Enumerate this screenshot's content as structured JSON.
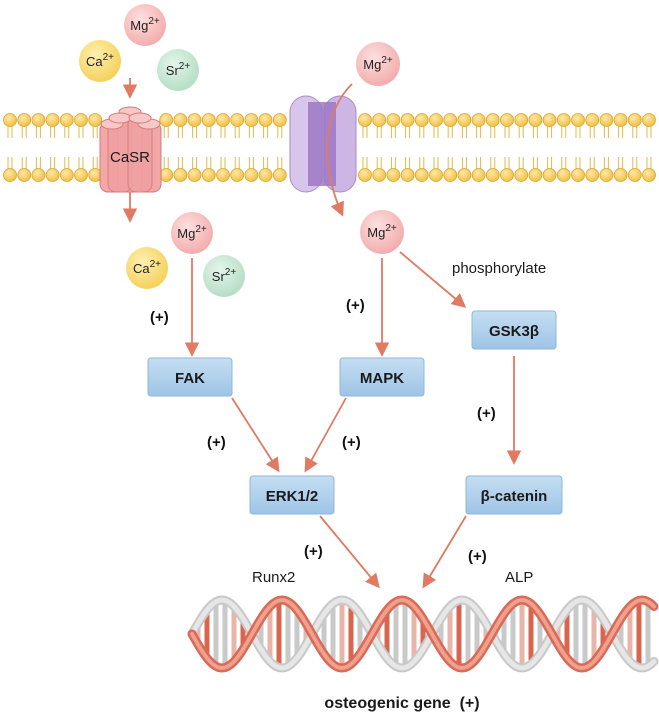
{
  "ions": {
    "mg": "Mg",
    "ca": "Ca",
    "sr": "Sr",
    "charge": "2+"
  },
  "receptor": {
    "label": "CaSR"
  },
  "labels": {
    "phosphorylate": "phosphorylate",
    "runx2": "Runx2",
    "alp": "ALP",
    "footer": "osteogenic gene  (+)",
    "plus": "(+)"
  },
  "boxes": {
    "fak": "FAK",
    "mapk": "MAPK",
    "gsk3b": "GSK3β",
    "erk": "ERK1/2",
    "catenin": "β-catenin"
  },
  "colors": {
    "mg": "#f4b8b8",
    "ca": "#f7d66a",
    "sr": "#bfe3cc",
    "lipid_head": "#f2c14e",
    "box": "#a9cde9",
    "arrow": "#e07a62",
    "channel": "#b99bd6",
    "receptor": "#f2a6a6"
  }
}
